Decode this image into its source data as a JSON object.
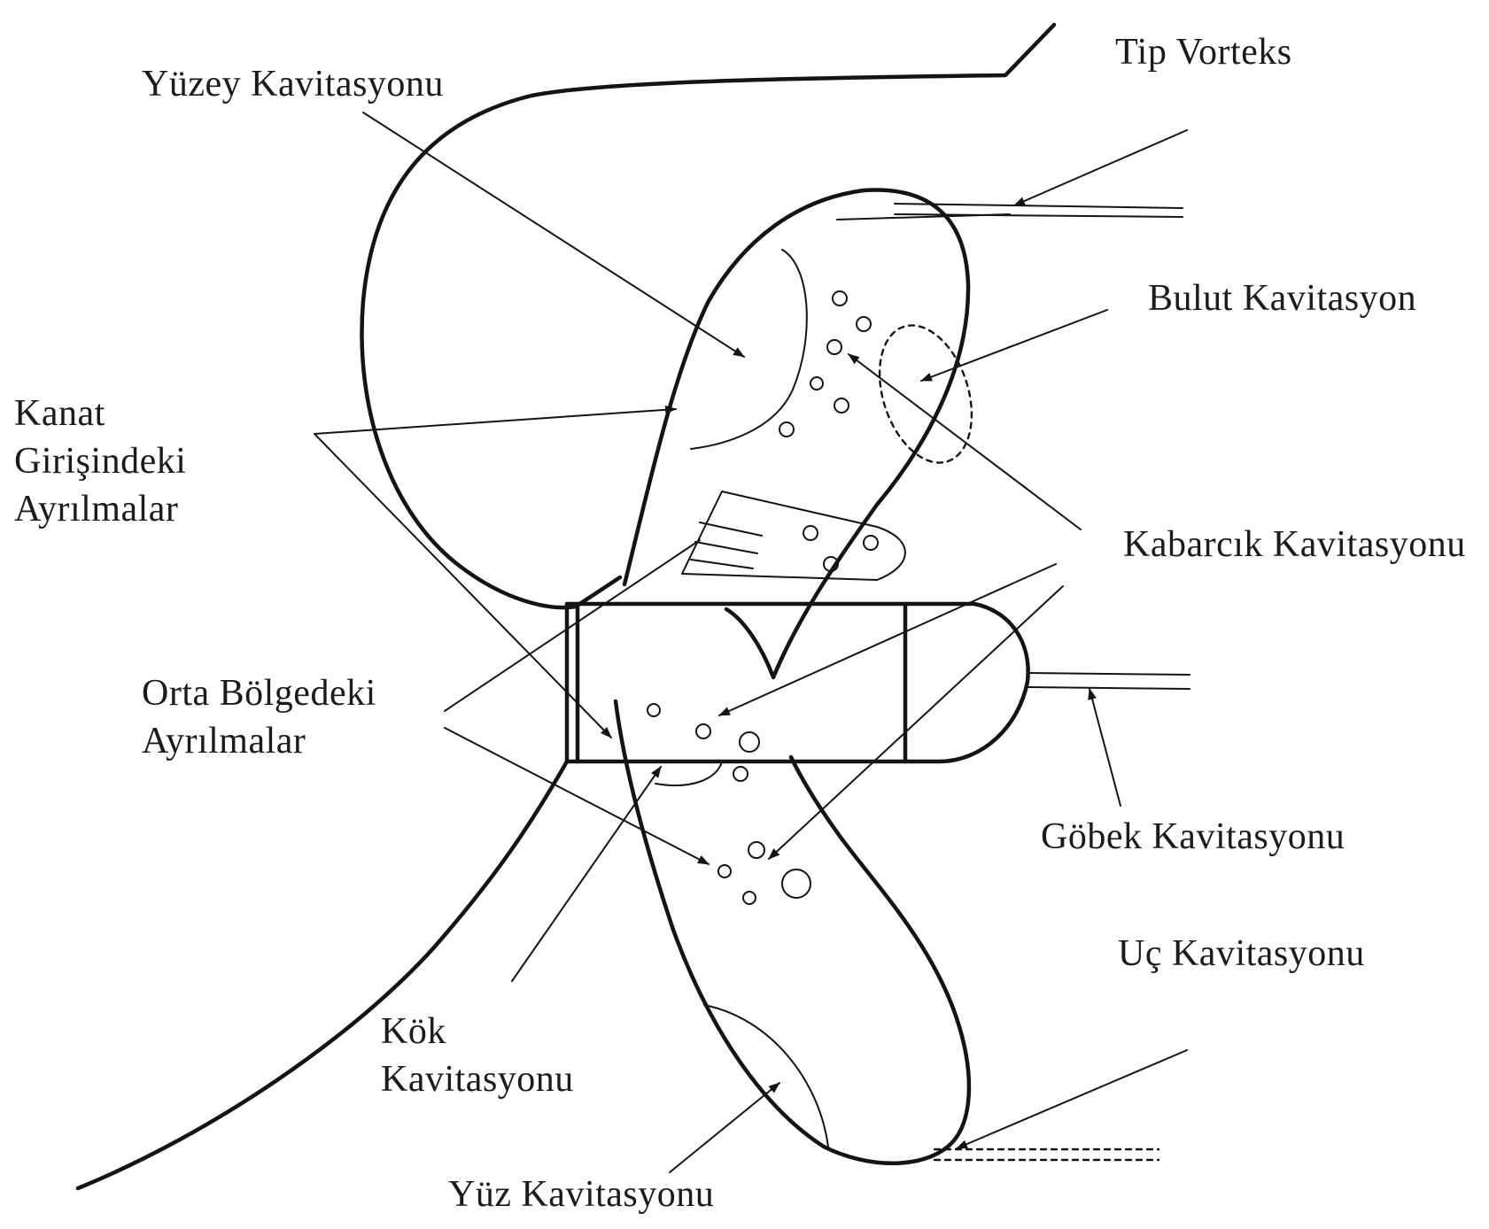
{
  "labels": {
    "tip_vortex": "Tip Vorteks",
    "surface_cavitation": "Yüzey Kavitasyonu",
    "cloud_cavitation": "Bulut Kavitasyon",
    "leading_edge_separation": [
      "Kanat",
      "Girişindeki",
      "Ayrılmalar"
    ],
    "bubble_cavitation": "Kabarcık Kavitasyonu",
    "mid_region_separation": [
      "Orta Bölgedeki",
      "Ayrılmalar"
    ],
    "hub_cavitation": "Göbek Kavitasyonu",
    "tip_cavitation": "Uç Kavitasyonu",
    "root_cavitation": [
      "Kök",
      "Kavitasyonu"
    ],
    "face_cavitation": "Yüz Kavitasyonu"
  },
  "colors": {
    "ink": "#141414",
    "background": "#ffffff"
  }
}
